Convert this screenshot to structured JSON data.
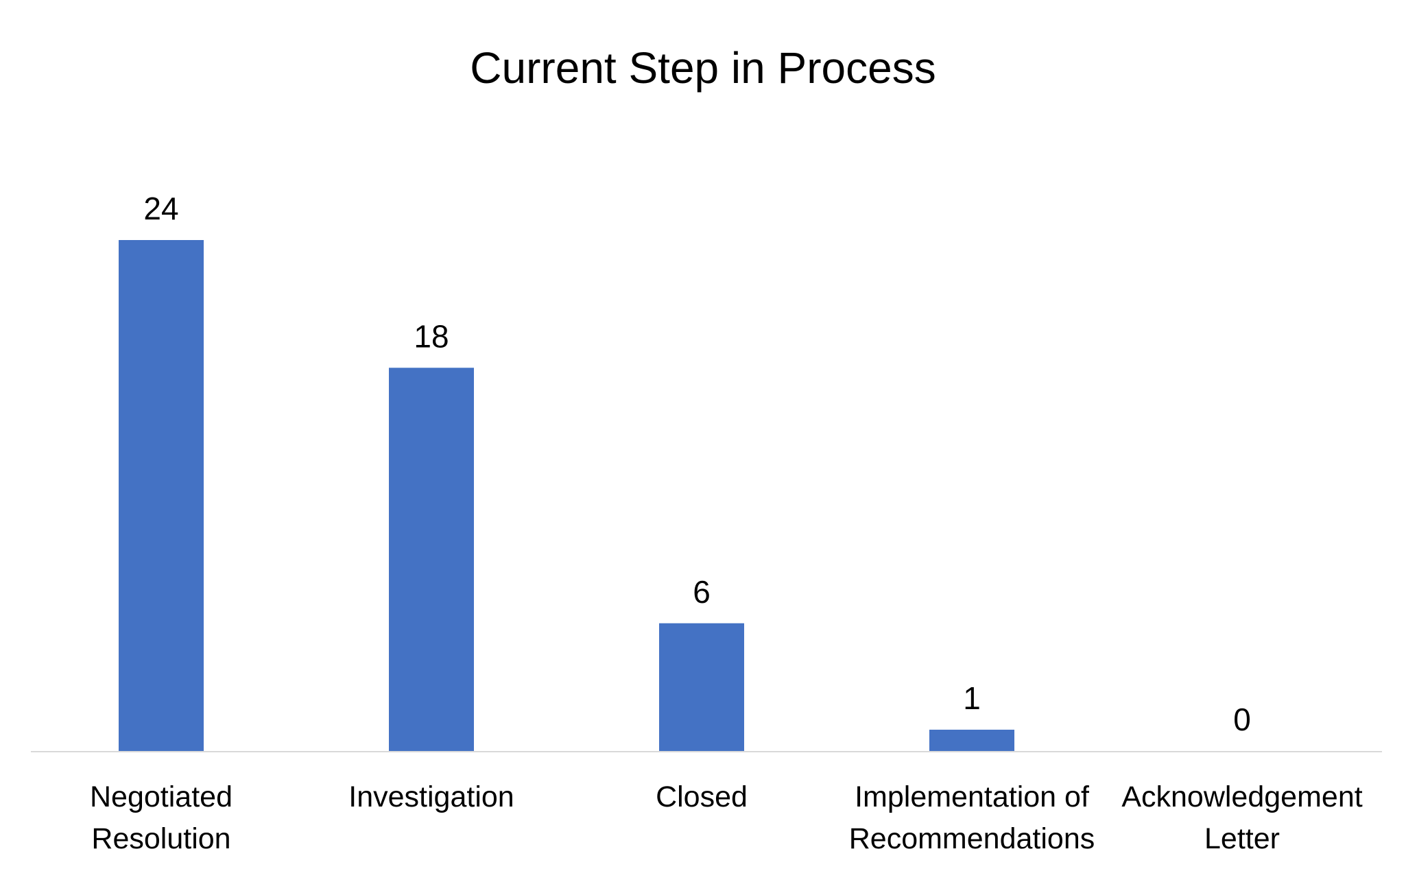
{
  "chart_data": {
    "type": "bar",
    "title": "Current Step in Process",
    "xlabel": "",
    "ylabel": "",
    "categories": [
      [
        "Negotiated",
        "Resolution"
      ],
      [
        "Investigation"
      ],
      [
        "Closed"
      ],
      [
        "Implementation of",
        "Recommendations"
      ],
      [
        "Acknowledgement",
        "Letter"
      ]
    ],
    "values": [
      24,
      18,
      6,
      1,
      0
    ],
    "data_labels": [
      "24",
      "18",
      "6",
      "1",
      "0"
    ],
    "ylim": [
      0,
      24
    ],
    "grid": false,
    "legend": "none",
    "bar_color": "#4472C4",
    "axis_color": "#D9D9D9"
  }
}
